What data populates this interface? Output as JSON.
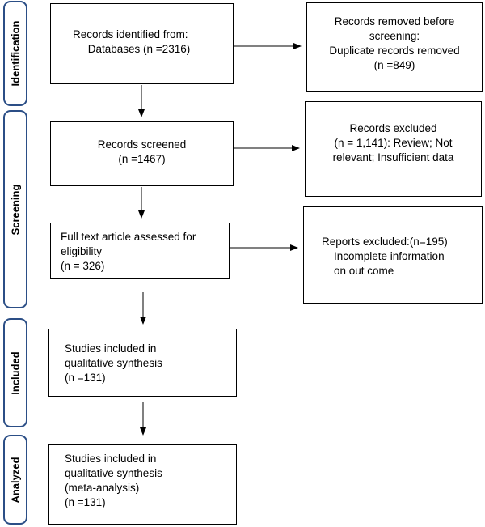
{
  "phases": {
    "identification": "Identification",
    "screening": "Screening",
    "included": "Included",
    "analyzed": "Analyzed"
  },
  "boxes": {
    "identified": "Records identified from:\n     Databases (n =2316)",
    "removed": "Records removed before\nscreening:\nDuplicate records removed\n(n =849)",
    "screened": "Records screened\n(n =1467)",
    "excluded": "Records excluded\n(n = 1,141): Review; Not\nrelevant; Insufficient data",
    "fulltext": "Full text article assessed for\neligibility\n(n = 326)",
    "reports_excluded": "Reports excluded:(n=195)\n    Incomplete information\n    on out come",
    "qualitative": "Studies included in\nqualitative synthesis\n(n =131)",
    "meta": "Studies included in\nqualitative synthesis\n(meta-analysis)\n(n =131)"
  },
  "colors": {
    "phase_border": "#2b4e86",
    "box_border": "#000000",
    "arrow": "#000000"
  }
}
